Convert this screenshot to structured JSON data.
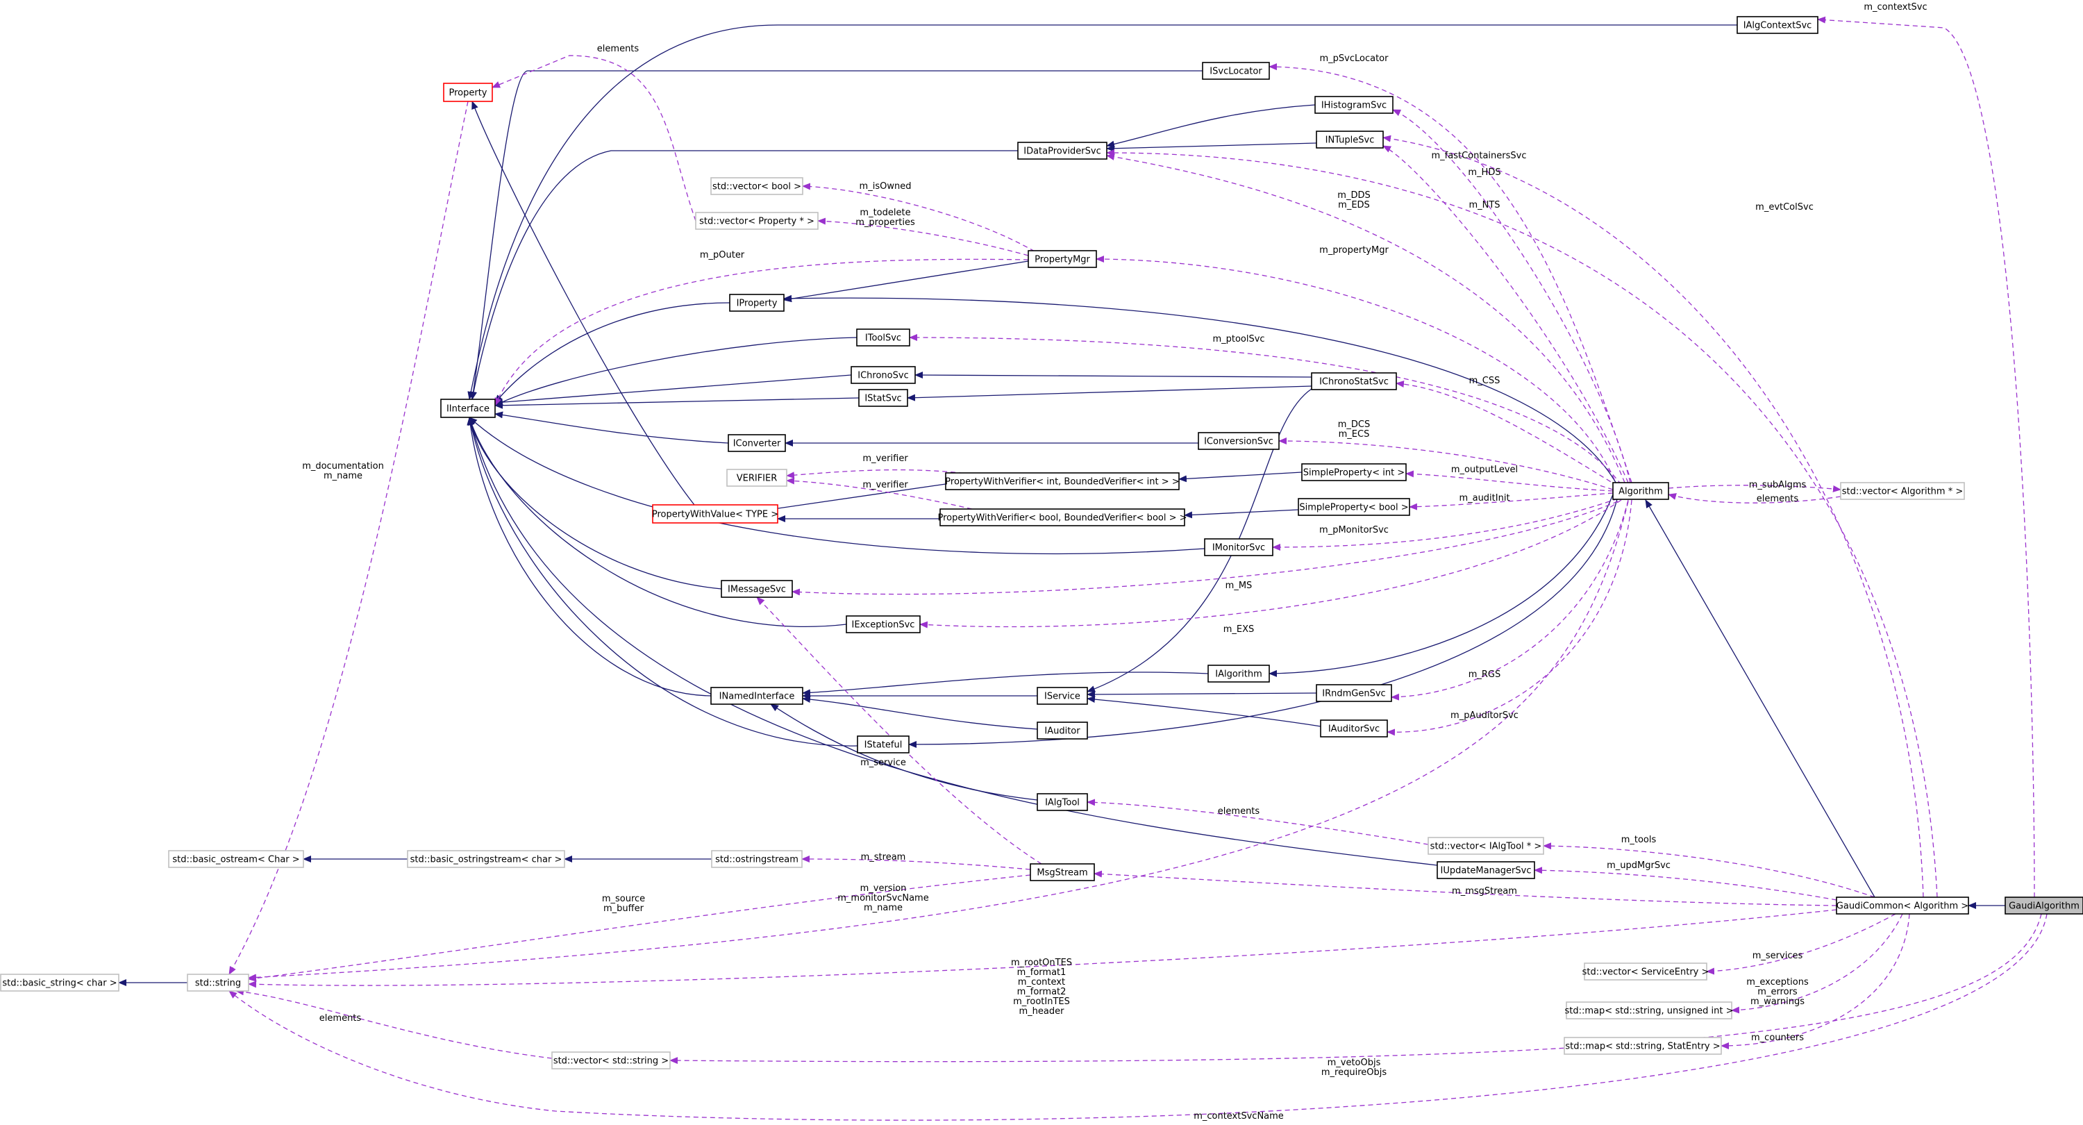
{
  "colors": {
    "inherit": "#191970",
    "usage": "#9a32cd",
    "node_normal": "#000000",
    "node_gray": "#bfbfbf",
    "node_red": "#ff0000",
    "focus_fill": "#bfbfbf"
  },
  "nodes": [
    {
      "id": "IAlgContextSvc",
      "label": "IAlgContextSvc",
      "style": "normal"
    },
    {
      "id": "ISvcLocator",
      "label": "ISvcLocator",
      "style": "normal"
    },
    {
      "id": "Property",
      "label": "Property",
      "style": "red"
    },
    {
      "id": "IHistogramSvc",
      "label": "IHistogramSvc",
      "style": "normal"
    },
    {
      "id": "INTupleSvc",
      "label": "INTupleSvc",
      "style": "normal"
    },
    {
      "id": "IDataProviderSvc",
      "label": "IDataProviderSvc",
      "style": "normal"
    },
    {
      "id": "vecBool",
      "label": "std::vector< bool >",
      "style": "gray"
    },
    {
      "id": "vecPropPtr",
      "label": "std::vector< Property * >",
      "style": "gray"
    },
    {
      "id": "PropertyMgr",
      "label": "PropertyMgr",
      "style": "normal"
    },
    {
      "id": "IProperty",
      "label": "IProperty",
      "style": "normal"
    },
    {
      "id": "IToolSvc",
      "label": "IToolSvc",
      "style": "normal"
    },
    {
      "id": "IChronoSvc",
      "label": "IChronoSvc",
      "style": "normal"
    },
    {
      "id": "IChronoStatSvc",
      "label": "IChronoStatSvc",
      "style": "normal"
    },
    {
      "id": "IStatSvc",
      "label": "IStatSvc",
      "style": "normal"
    },
    {
      "id": "IInterface",
      "label": "IInterface",
      "style": "normal"
    },
    {
      "id": "IConverter",
      "label": "IConverter",
      "style": "normal"
    },
    {
      "id": "IConversionSvc",
      "label": "IConversionSvc",
      "style": "normal"
    },
    {
      "id": "VERIFIER",
      "label": "VERIFIER",
      "style": "gray"
    },
    {
      "id": "PWVint",
      "label": "PropertyWithVerifier< int, BoundedVerifier< int > >",
      "style": "normal"
    },
    {
      "id": "SPint",
      "label": "SimpleProperty< int >",
      "style": "normal"
    },
    {
      "id": "Algorithm",
      "label": "Algorithm",
      "style": "normal"
    },
    {
      "id": "vecAlgPtr",
      "label": "std::vector< Algorithm * >",
      "style": "gray"
    },
    {
      "id": "PWV",
      "label": "PropertyWithValue< TYPE >",
      "style": "red"
    },
    {
      "id": "PWVbool",
      "label": "PropertyWithVerifier< bool, BoundedVerifier< bool > >",
      "style": "normal"
    },
    {
      "id": "SPbool",
      "label": "SimpleProperty< bool >",
      "style": "normal"
    },
    {
      "id": "IMonitorSvc",
      "label": "IMonitorSvc",
      "style": "normal"
    },
    {
      "id": "IMessageSvc",
      "label": "IMessageSvc",
      "style": "normal"
    },
    {
      "id": "IExceptionSvc",
      "label": "IExceptionSvc",
      "style": "normal"
    },
    {
      "id": "IAlgorithm",
      "label": "IAlgorithm",
      "style": "normal"
    },
    {
      "id": "INamedInterface",
      "label": "INamedInterface",
      "style": "normal"
    },
    {
      "id": "IService",
      "label": "IService",
      "style": "normal"
    },
    {
      "id": "IRndmGenSvc",
      "label": "IRndmGenSvc",
      "style": "normal"
    },
    {
      "id": "IAuditor",
      "label": "IAuditor",
      "style": "normal"
    },
    {
      "id": "IAuditorSvc",
      "label": "IAuditorSvc",
      "style": "normal"
    },
    {
      "id": "IStateful",
      "label": "IStateful",
      "style": "normal"
    },
    {
      "id": "IAlgTool",
      "label": "IAlgTool",
      "style": "normal"
    },
    {
      "id": "vecIAlgTool",
      "label": "std::vector< IAlgTool * >",
      "style": "gray"
    },
    {
      "id": "basicOstream",
      "label": "std::basic_ostream< Char >",
      "style": "gray"
    },
    {
      "id": "basicOstringstream",
      "label": "std::basic_ostringstream< char >",
      "style": "gray"
    },
    {
      "id": "ostringstream",
      "label": "std::ostringstream",
      "style": "gray"
    },
    {
      "id": "MsgStream",
      "label": "MsgStream",
      "style": "normal"
    },
    {
      "id": "IUpdateManagerSvc",
      "label": "IUpdateManagerSvc",
      "style": "normal"
    },
    {
      "id": "GaudiCommon",
      "label": "GaudiCommon< Algorithm >",
      "style": "normal"
    },
    {
      "id": "GaudiAlgorithm",
      "label": "GaudiAlgorithm",
      "style": "focus"
    },
    {
      "id": "basicString",
      "label": "std::basic_string< char >",
      "style": "gray"
    },
    {
      "id": "stdString",
      "label": "std::string",
      "style": "gray"
    },
    {
      "id": "vecServiceEntry",
      "label": "std::vector< ServiceEntry >",
      "style": "gray"
    },
    {
      "id": "mapStringUInt",
      "label": "std::map< std::string, unsigned int >",
      "style": "gray"
    },
    {
      "id": "mapStringStat",
      "label": "std::map< std::string, StatEntry >",
      "style": "gray"
    },
    {
      "id": "vecString",
      "label": "std::vector< std::string >",
      "style": "gray"
    }
  ],
  "edges": [
    {
      "from": "ISvcLocator",
      "to": "IInterface",
      "kind": "inherit"
    },
    {
      "from": "IAlgContextSvc",
      "to": "IInterface",
      "kind": "inherit"
    },
    {
      "from": "IDataProviderSvc",
      "to": "IInterface",
      "kind": "inherit"
    },
    {
      "from": "IHistogramSvc",
      "to": "IDataProviderSvc",
      "kind": "inherit"
    },
    {
      "from": "INTupleSvc",
      "to": "IDataProviderSvc",
      "kind": "inherit"
    },
    {
      "from": "PropertyMgr",
      "to": "IProperty",
      "kind": "inherit"
    },
    {
      "from": "IProperty",
      "to": "IInterface",
      "kind": "inherit"
    },
    {
      "from": "IToolSvc",
      "to": "IInterface",
      "kind": "inherit"
    },
    {
      "from": "IChronoSvc",
      "to": "IInterface",
      "kind": "inherit"
    },
    {
      "from": "IStatSvc",
      "to": "IInterface",
      "kind": "inherit"
    },
    {
      "from": "IChronoStatSvc",
      "to": "IChronoSvc",
      "kind": "inherit"
    },
    {
      "from": "IChronoStatSvc",
      "to": "IStatSvc",
      "kind": "inherit"
    },
    {
      "from": "IChronoStatSvc",
      "to": "IService",
      "kind": "inherit"
    },
    {
      "from": "IConverter",
      "to": "IInterface",
      "kind": "inherit"
    },
    {
      "from": "IConversionSvc",
      "to": "IConverter",
      "kind": "inherit"
    },
    {
      "from": "PWV",
      "to": "Property",
      "kind": "inherit"
    },
    {
      "from": "PWVint",
      "to": "PWV",
      "kind": "inherit"
    },
    {
      "from": "SPint",
      "to": "PWVint",
      "kind": "inherit"
    },
    {
      "from": "PWVbool",
      "to": "PWV",
      "kind": "inherit"
    },
    {
      "from": "SPbool",
      "to": "PWVbool",
      "kind": "inherit"
    },
    {
      "from": "IMonitorSvc",
      "to": "IInterface",
      "kind": "inherit"
    },
    {
      "from": "IMessageSvc",
      "to": "IInterface",
      "kind": "inherit"
    },
    {
      "from": "IExceptionSvc",
      "to": "IInterface",
      "kind": "inherit"
    },
    {
      "from": "INamedInterface",
      "to": "IInterface",
      "kind": "inherit"
    },
    {
      "from": "IAlgorithm",
      "to": "INamedInterface",
      "kind": "inherit"
    },
    {
      "from": "IService",
      "to": "INamedInterface",
      "kind": "inherit"
    },
    {
      "from": "IRndmGenSvc",
      "to": "IService",
      "kind": "inherit"
    },
    {
      "from": "IAuditor",
      "to": "INamedInterface",
      "kind": "inherit"
    },
    {
      "from": "IAuditorSvc",
      "to": "IService",
      "kind": "inherit"
    },
    {
      "from": "IStateful",
      "to": "IInterface",
      "kind": "inherit"
    },
    {
      "from": "IAlgTool",
      "to": "INamedInterface",
      "kind": "inherit"
    },
    {
      "from": "IUpdateManagerSvc",
      "to": "IInterface",
      "kind": "inherit"
    },
    {
      "from": "Algorithm",
      "to": "IAlgorithm",
      "kind": "inherit"
    },
    {
      "from": "Algorithm",
      "to": "IProperty",
      "kind": "inherit"
    },
    {
      "from": "Algorithm",
      "to": "IStateful",
      "kind": "inherit"
    },
    {
      "from": "GaudiCommon",
      "to": "Algorithm",
      "kind": "inherit"
    },
    {
      "from": "GaudiAlgorithm",
      "to": "GaudiCommon",
      "kind": "inherit"
    },
    {
      "from": "basicOstringstream",
      "to": "basicOstream",
      "kind": "inherit"
    },
    {
      "from": "ostringstream",
      "to": "basicOstringstream",
      "kind": "inherit"
    },
    {
      "from": "stdString",
      "to": "basicString",
      "kind": "inherit"
    },
    {
      "from": "GaudiAlgorithm",
      "to": "IAlgContextSvc",
      "kind": "usage",
      "label": "m_contextSvc"
    },
    {
      "from": "Algorithm",
      "to": "ISvcLocator",
      "kind": "usage",
      "label": "m_pSvcLocator"
    },
    {
      "from": "vecPropPtr",
      "to": "Property",
      "kind": "usage",
      "label": "elements"
    },
    {
      "from": "Algorithm",
      "to": "IHistogramSvc",
      "kind": "usage",
      "label": "m_HDS"
    },
    {
      "from": "GaudiCommon",
      "to": "INTupleSvc",
      "kind": "usage",
      "label": "m_evtColSvc"
    },
    {
      "from": "Algorithm",
      "to": "INTupleSvc",
      "kind": "usage",
      "label": "m_NTS"
    },
    {
      "from": "GaudiCommon",
      "to": "IDataProviderSvc",
      "kind": "usage",
      "label": "m_fastContainersSvc"
    },
    {
      "from": "Algorithm",
      "to": "IDataProviderSvc",
      "kind": "usage",
      "label": "m_DDS\nm_EDS"
    },
    {
      "from": "PropertyMgr",
      "to": "vecBool",
      "kind": "usage",
      "label": "m_isOwned"
    },
    {
      "from": "PropertyMgr",
      "to": "vecPropPtr",
      "kind": "usage",
      "label": "m_todelete\nm_properties"
    },
    {
      "from": "PropertyMgr",
      "to": "IInterface",
      "kind": "usage",
      "label": "m_pOuter"
    },
    {
      "from": "Algorithm",
      "to": "PropertyMgr",
      "kind": "usage",
      "label": "m_propertyMgr"
    },
    {
      "from": "Algorithm",
      "to": "IToolSvc",
      "kind": "usage",
      "label": "m_ptoolSvc"
    },
    {
      "from": "Algorithm",
      "to": "IChronoStatSvc",
      "kind": "usage",
      "label": "m_CSS"
    },
    {
      "from": "Algorithm",
      "to": "IConversionSvc",
      "kind": "usage",
      "label": "m_DCS\nm_ECS"
    },
    {
      "from": "PWVint",
      "to": "VERIFIER",
      "kind": "usage",
      "label": "m_verifier"
    },
    {
      "from": "PWVbool",
      "to": "VERIFIER",
      "kind": "usage",
      "label": "m_verifier"
    },
    {
      "from": "Algorithm",
      "to": "SPint",
      "kind": "usage",
      "label": "m_outputLevel"
    },
    {
      "from": "Algorithm",
      "to": "SPbool",
      "kind": "usage",
      "label": "m_auditInit"
    },
    {
      "from": "Algorithm",
      "to": "IMonitorSvc",
      "kind": "usage",
      "label": "m_pMonitorSvc"
    },
    {
      "from": "Algorithm",
      "to": "IMessageSvc",
      "kind": "usage",
      "label": "m_MS"
    },
    {
      "from": "Algorithm",
      "to": "IExceptionSvc",
      "kind": "usage",
      "label": "m_EXS"
    },
    {
      "from": "Algorithm",
      "to": "IRndmGenSvc",
      "kind": "usage",
      "label": "m_RGS"
    },
    {
      "from": "Algorithm",
      "to": "IAuditorSvc",
      "kind": "usage",
      "label": "m_pAuditorSvc"
    },
    {
      "from": "vecAlgPtr",
      "to": "Algorithm",
      "kind": "usage",
      "label": "elements"
    },
    {
      "from": "Algorithm",
      "to": "vecAlgPtr",
      "kind": "usage",
      "label": "m_subAlgms"
    },
    {
      "from": "vecIAlgTool",
      "to": "IAlgTool",
      "kind": "usage",
      "label": "elements"
    },
    {
      "from": "GaudiCommon",
      "to": "vecIAlgTool",
      "kind": "usage",
      "label": "m_tools"
    },
    {
      "from": "MsgStream",
      "to": "IMessageSvc",
      "kind": "usage",
      "label": "m_service"
    },
    {
      "from": "MsgStream",
      "to": "ostringstream",
      "kind": "usage",
      "label": "m_stream"
    },
    {
      "from": "GaudiCommon",
      "to": "IUpdateManagerSvc",
      "kind": "usage",
      "label": "m_updMgrSvc"
    },
    {
      "from": "GaudiCommon",
      "to": "MsgStream",
      "kind": "usage",
      "label": "m_msgStream"
    },
    {
      "from": "Algorithm",
      "to": "stdString",
      "kind": "usage",
      "label": "m_version\nm_monitorSvcName\nm_name"
    },
    {
      "from": "MsgStream",
      "to": "stdString",
      "kind": "usage",
      "label": "m_source\nm_buffer"
    },
    {
      "from": "GaudiCommon",
      "to": "stdString",
      "kind": "usage",
      "label": "m_rootOnTES\nm_format1\nm_context\nm_format2\nm_rootInTES\nm_header"
    },
    {
      "from": "Property",
      "to": "stdString",
      "kind": "usage",
      "label": "m_documentation\nm_name"
    },
    {
      "from": "vecString",
      "to": "stdString",
      "kind": "usage",
      "label": "elements"
    },
    {
      "from": "GaudiCommon",
      "to": "vecServiceEntry",
      "kind": "usage",
      "label": "m_services"
    },
    {
      "from": "GaudiCommon",
      "to": "mapStringUInt",
      "kind": "usage",
      "label": "m_exceptions\nm_errors\nm_warnings"
    },
    {
      "from": "GaudiCommon",
      "to": "mapStringStat",
      "kind": "usage",
      "label": "m_counters"
    },
    {
      "from": "GaudiAlgorithm",
      "to": "vecString",
      "kind": "usage",
      "label": "m_vetoObjs\nm_requireObjs"
    },
    {
      "from": "GaudiAlgorithm",
      "to": "stdString",
      "kind": "usage",
      "label": "m_contextSvcName"
    }
  ]
}
